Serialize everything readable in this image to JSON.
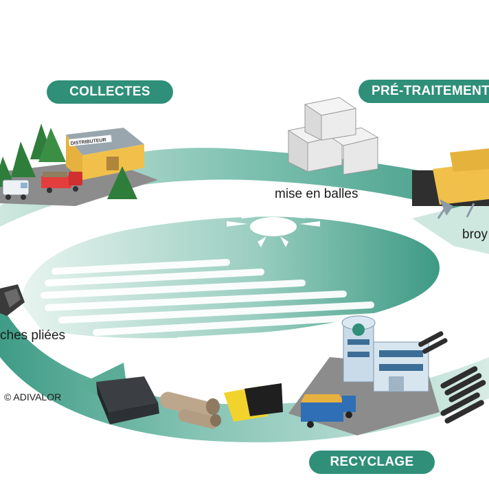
{
  "stages": {
    "collectes": "COLLECTES",
    "pretraitement": "PRÉ-TRAITEMENT",
    "recyclage": "RECYCLAGE"
  },
  "labels": {
    "mise_en_balles": "mise en balles",
    "broyage_partial": "broy",
    "baches_pliees_partial": "ches pliées",
    "distributeur_sign": "DISTRIBUTEUR"
  },
  "copyright": "© ADIVALOR",
  "colors": {
    "cycle_teal": "#6fb9a8",
    "cycle_teal_light": "#bfe0d6",
    "pill_green": "#2f8f79",
    "field_green": "#4ba48d",
    "road_grey": "#8a8a8a",
    "building_blue": "#c9dbe9",
    "warehouse_yellow": "#f0c04a"
  }
}
